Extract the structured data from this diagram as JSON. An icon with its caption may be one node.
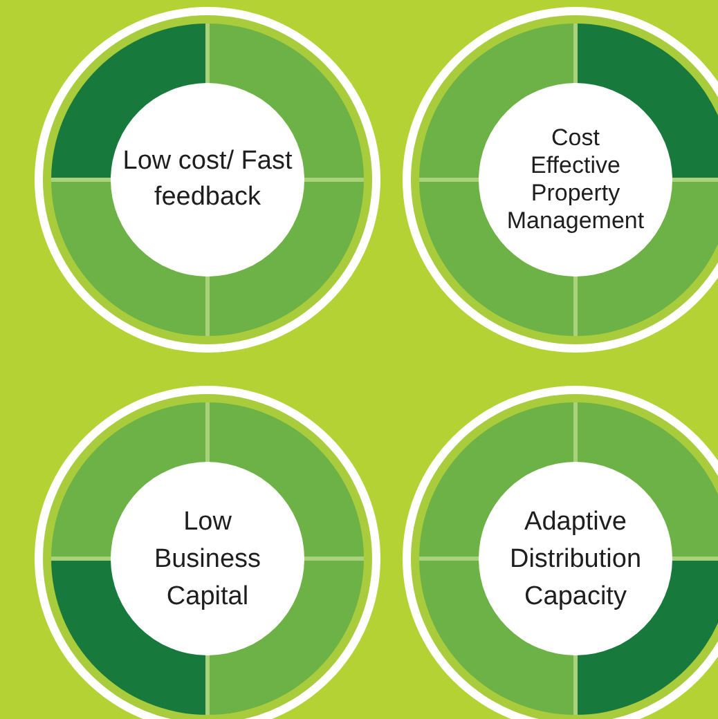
{
  "diagram": {
    "nodes": [
      {
        "text": [
          "Low cost/ Fast feedback"
        ]
      },
      {
        "text": [
          "Cost Effective Property Management"
        ]
      },
      {
        "text": [
          "Low Business Capital"
        ]
      },
      {
        "text": [
          "Adaptive Distribution Capacity"
        ]
      }
    ]
  }
}
